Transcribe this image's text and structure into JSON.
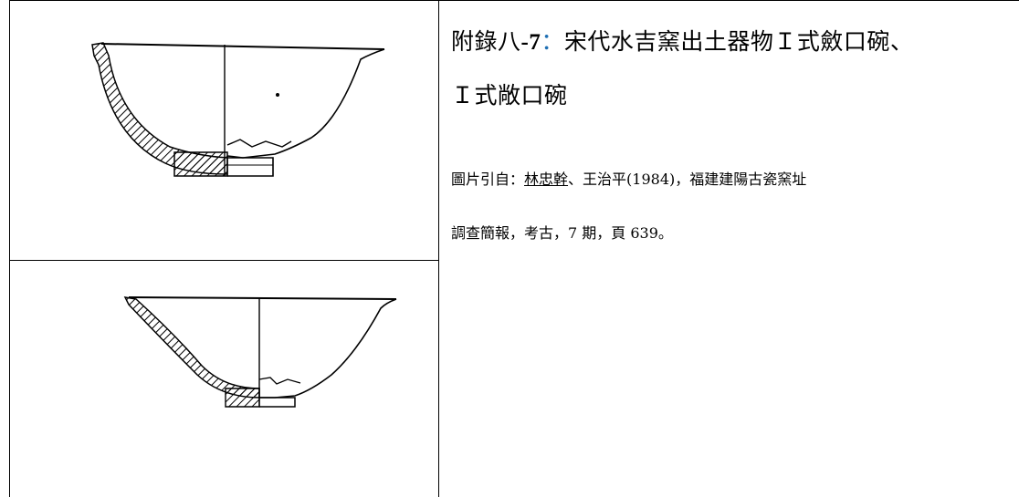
{
  "caption": {
    "title_prefix": "附錄八",
    "title_number": "-7",
    "title_colon": "：",
    "title_line1_rest": "宋代水吉窯出土器物Ｉ式斂口碗、",
    "title_line2": "Ｉ式敞口碗",
    "cite_prefix": "圖片引自：",
    "cite_author1": "林忠幹",
    "cite_rest_line1": "、王治平(1984)，福建建陽古瓷窯址",
    "cite_line2": "調查簡報，考古，7 期，頁 639。"
  },
  "colors": {
    "colon_blue": "#1e6fb3",
    "line": "#000000",
    "background": "#ffffff"
  },
  "figures": {
    "top": "bowl-section-drawing-closed-mouth",
    "bottom": "bowl-section-drawing-flared-mouth"
  }
}
